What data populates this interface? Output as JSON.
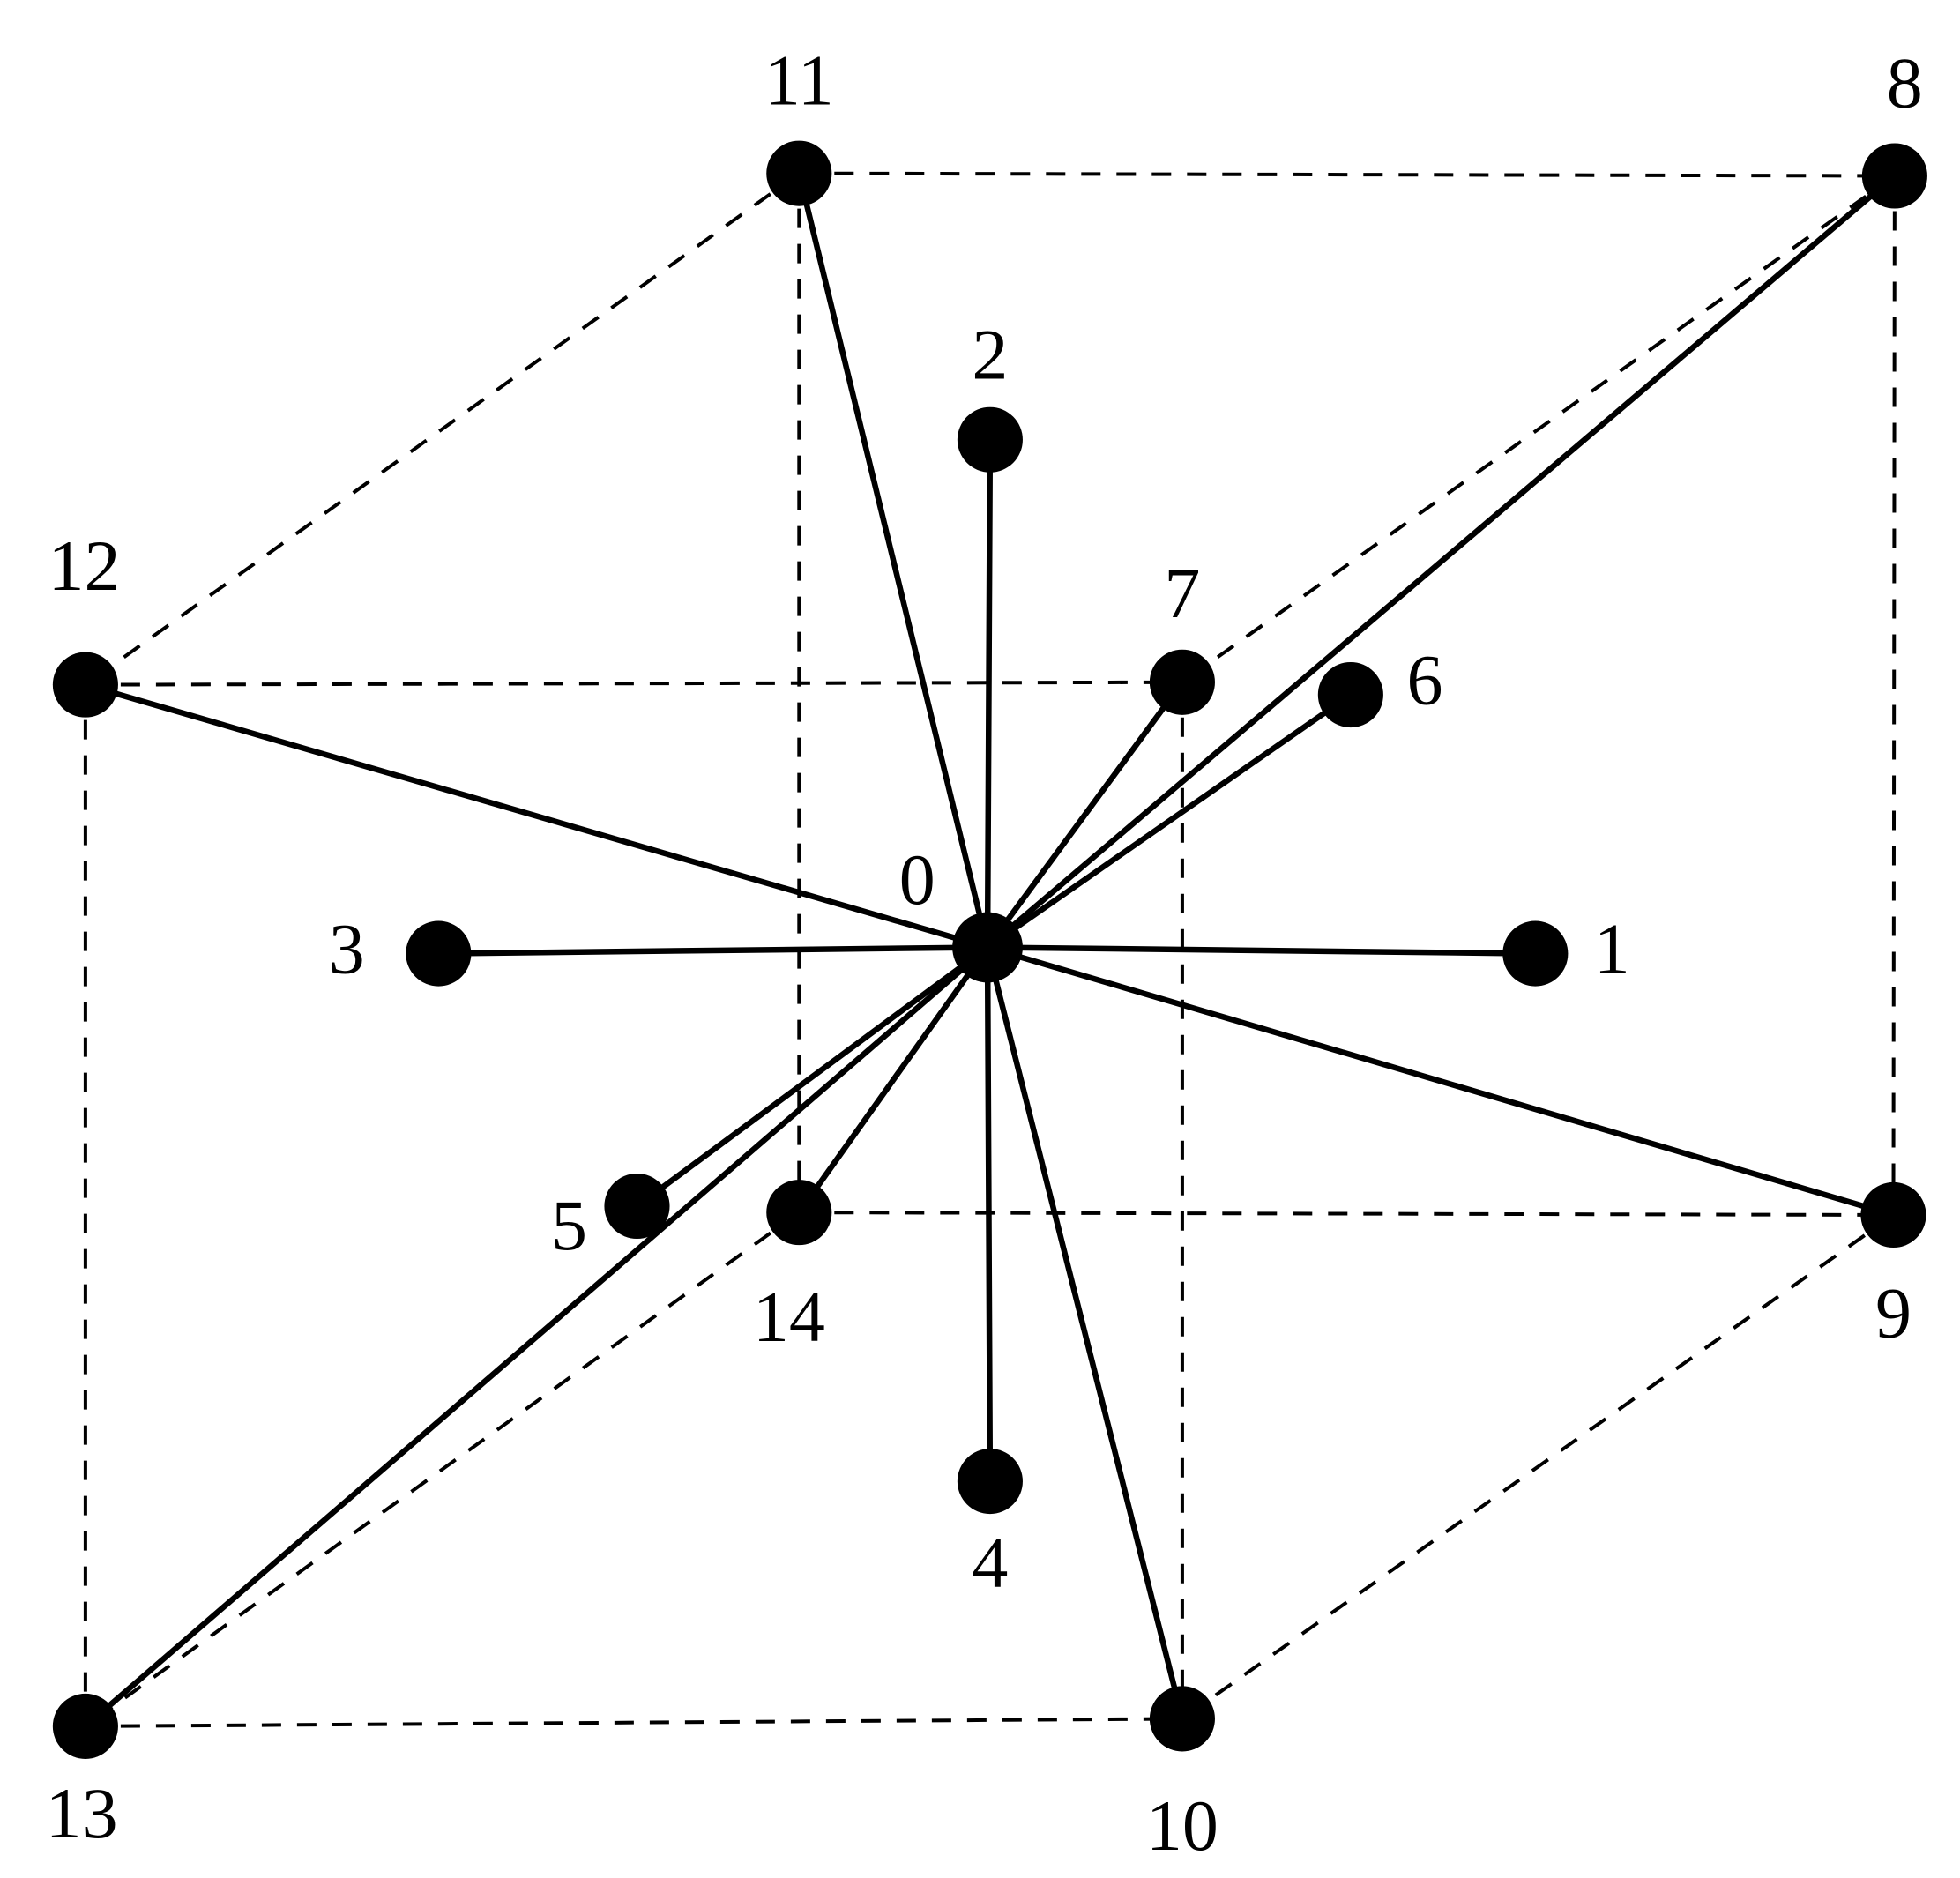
{
  "diagram": {
    "colors": {
      "ink": "#000000",
      "background": "#ffffff"
    },
    "nodes": [
      {
        "id": "0",
        "label": "0"
      },
      {
        "id": "1",
        "label": "1"
      },
      {
        "id": "2",
        "label": "2"
      },
      {
        "id": "3",
        "label": "3"
      },
      {
        "id": "4",
        "label": "4"
      },
      {
        "id": "5",
        "label": "5"
      },
      {
        "id": "6",
        "label": "6"
      },
      {
        "id": "7",
        "label": "7"
      },
      {
        "id": "8",
        "label": "8"
      },
      {
        "id": "9",
        "label": "9"
      },
      {
        "id": "10",
        "label": "10"
      },
      {
        "id": "11",
        "label": "11"
      },
      {
        "id": "12",
        "label": "12"
      },
      {
        "id": "13",
        "label": "13"
      },
      {
        "id": "14",
        "label": "14"
      }
    ],
    "solid_edges": [
      [
        "0",
        "1"
      ],
      [
        "0",
        "2"
      ],
      [
        "0",
        "3"
      ],
      [
        "0",
        "4"
      ],
      [
        "0",
        "5"
      ],
      [
        "0",
        "6"
      ],
      [
        "0",
        "7"
      ],
      [
        "0",
        "8"
      ],
      [
        "0",
        "9"
      ],
      [
        "0",
        "10"
      ],
      [
        "0",
        "11"
      ],
      [
        "0",
        "12"
      ],
      [
        "0",
        "13"
      ],
      [
        "0",
        "14"
      ]
    ],
    "dashed_edges": [
      [
        "11",
        "8"
      ],
      [
        "12",
        "7"
      ],
      [
        "14",
        "9"
      ],
      [
        "13",
        "10"
      ],
      [
        "12",
        "13"
      ],
      [
        "11",
        "14"
      ],
      [
        "7",
        "10"
      ],
      [
        "8",
        "9"
      ],
      [
        "11",
        "12"
      ],
      [
        "8",
        "7"
      ],
      [
        "9",
        "10"
      ],
      [
        "14",
        "13"
      ]
    ]
  }
}
